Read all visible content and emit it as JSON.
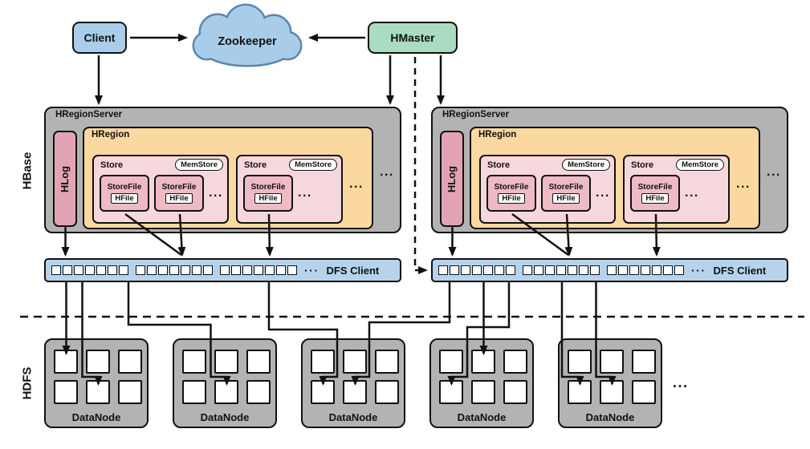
{
  "top": {
    "client_label": "Client",
    "zookeeper_label": "Zookeeper",
    "hmaster_label": "HMaster"
  },
  "side_labels": {
    "hbase": "HBase",
    "hdfs": "HDFS"
  },
  "region_server": {
    "title": "HRegionServer",
    "hlog_label": "HLog",
    "hregion_label": "HRegion",
    "store_label": "Store",
    "memstore_label": "MemStore",
    "storefile_label": "StoreFile",
    "hfile_label": "HFile",
    "ellipsis": "..."
  },
  "dfs_client": {
    "label": "DFS Client",
    "ellipsis": "···"
  },
  "datanode": {
    "label": "DataNode",
    "trailing_ellipsis": "..."
  },
  "colors": {
    "client_fill": "#a9cdea",
    "zookeeper_fill": "#a9cde9",
    "zookeeper_stroke": "#5d87ad",
    "hmaster_fill": "#a9dcc0",
    "server_fill": "#b3b3b3",
    "hlog_fill": "#e2a3b4",
    "hregion_fill": "#fbd8a0",
    "store_fill": "#f6d8dc",
    "storefile_fill": "#eebac4",
    "dfs_fill": "#b5d3ec",
    "line": "#111111"
  }
}
